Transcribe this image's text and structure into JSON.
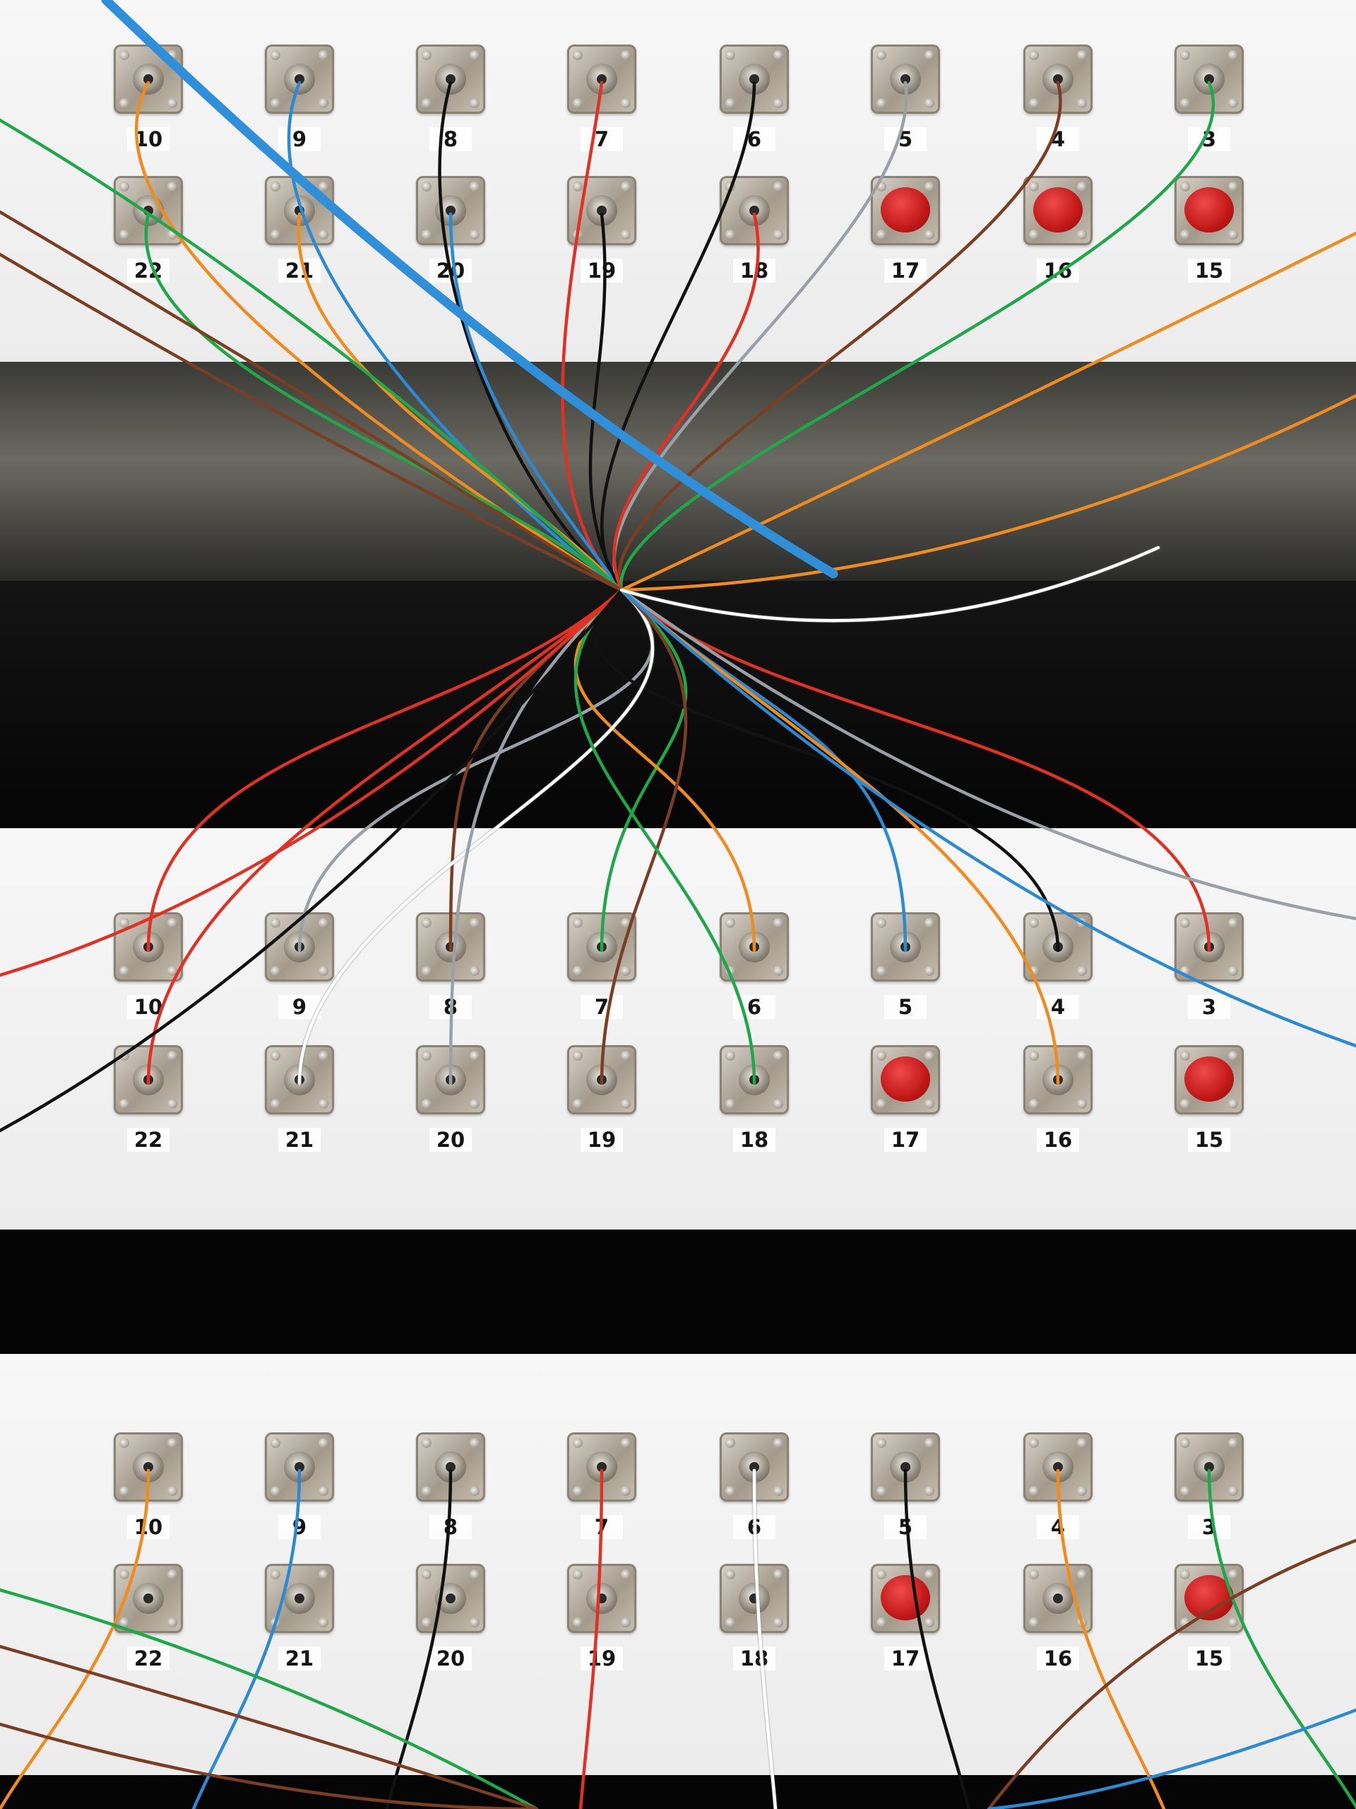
{
  "rows": [
    {
      "top": [
        "10",
        "9",
        "8",
        "7",
        "6",
        "5",
        "4",
        "3"
      ],
      "bottom": [
        "22",
        "21",
        "20",
        "19",
        "18",
        "17",
        "16",
        "15"
      ],
      "capped_bottom": [
        "17",
        "16",
        "15"
      ]
    },
    {
      "top": [
        "10",
        "9",
        "8",
        "7",
        "6",
        "5",
        "4",
        "3"
      ],
      "bottom": [
        "22",
        "21",
        "20",
        "19",
        "18",
        "17",
        "16",
        "15"
      ],
      "capped_bottom": [
        "17",
        "15"
      ]
    },
    {
      "top": [
        "10",
        "9",
        "8",
        "7",
        "6",
        "5",
        "4",
        "3"
      ],
      "bottom": [
        "22",
        "21",
        "20",
        "19",
        "18",
        "17",
        "16",
        "15"
      ],
      "capped_bottom": [
        "17",
        "15"
      ]
    }
  ],
  "colors": {
    "panel": "#f2f2f2",
    "rack": "#0a0a0a",
    "cap_red": "#d42020",
    "wire_blue": "#2a8ad4",
    "wire_orange": "#f08c1e",
    "wire_green": "#1fa84a",
    "wire_red": "#e03224",
    "wire_brown": "#7a3e22",
    "wire_grey": "#9aa0a6",
    "wire_white": "#ffffff",
    "wire_black": "#111111",
    "cable_blue": "#2f8fd8"
  }
}
